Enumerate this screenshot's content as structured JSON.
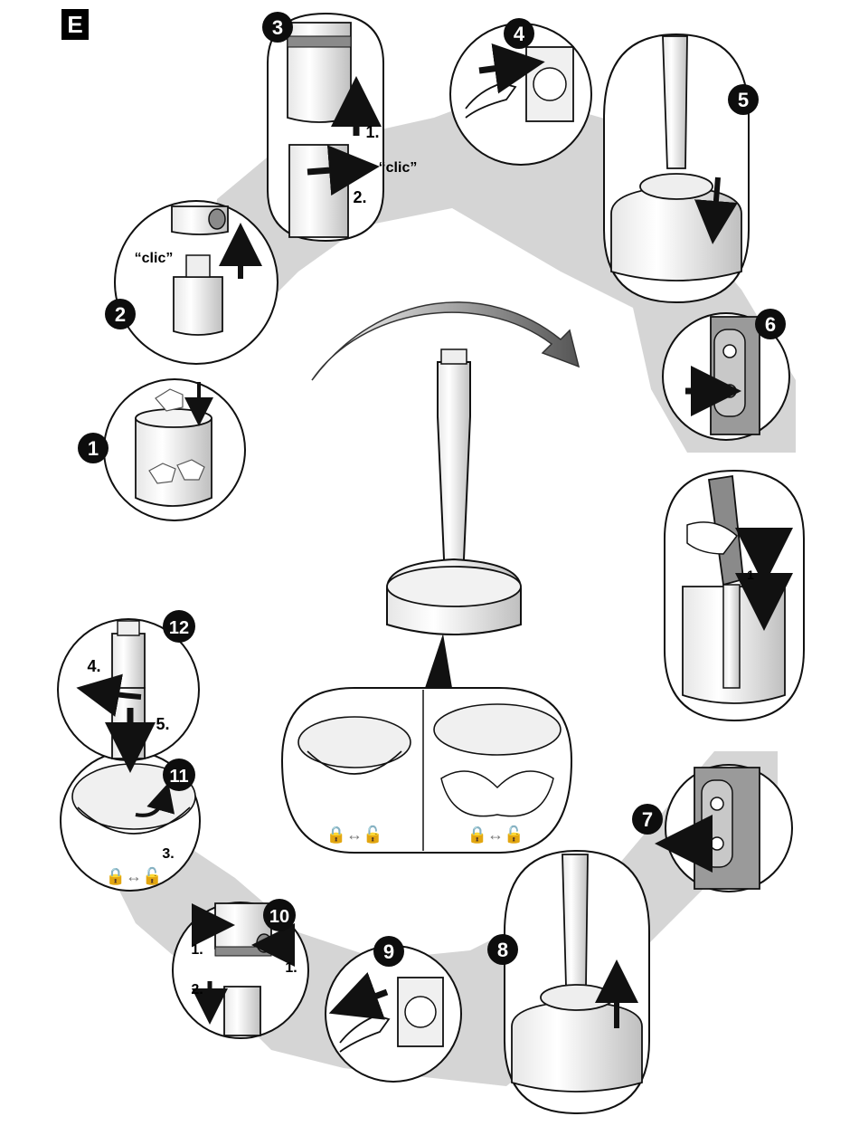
{
  "section_label": "E",
  "steps": [
    {
      "number": "1"
    },
    {
      "number": "2",
      "sound": "“clic”"
    },
    {
      "number": "3",
      "sound": "“clic”",
      "sub_labels": [
        "1.",
        "2."
      ]
    },
    {
      "number": "4"
    },
    {
      "number": "5"
    },
    {
      "number": "6"
    },
    {
      "number": "7"
    },
    {
      "number": "8"
    },
    {
      "number": "9"
    },
    {
      "number": "10",
      "sub_labels": [
        "1.",
        "1.",
        "2."
      ]
    },
    {
      "number": "11",
      "sub_labels": [
        "3."
      ]
    },
    {
      "number": "12",
      "sub_labels": [
        "4.",
        "5."
      ]
    }
  ],
  "motion_indicator": "1",
  "colors": {
    "outline": "#111111",
    "shadow": "#d0d0d0",
    "badge": "#0d0d0d",
    "handle": "#8a8a8a",
    "arrow_grey": "#b5b5b5"
  }
}
